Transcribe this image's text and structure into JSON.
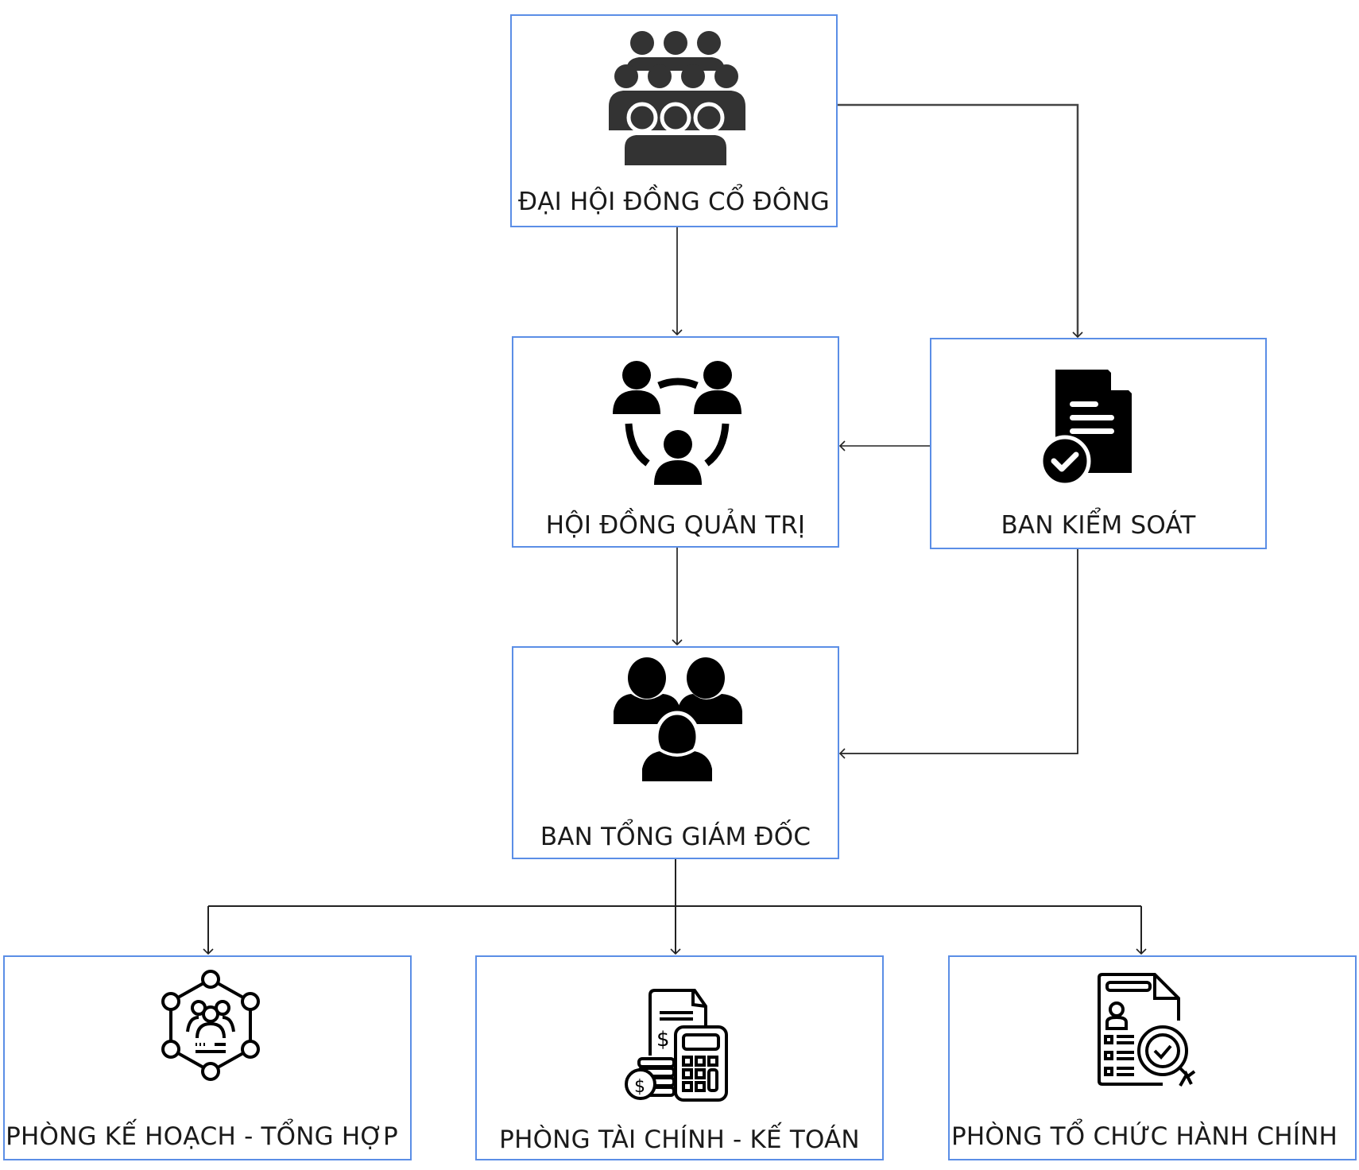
{
  "diagram": {
    "type": "org-chart",
    "nodes": [
      {
        "id": "dhdcd",
        "label": "ĐẠI HỘI ĐỒNG CỔ ĐÔNG",
        "icon": "audience-group-icon"
      },
      {
        "id": "hdqt",
        "label": "HỘI ĐỒNG QUẢN TRỊ",
        "icon": "team-network-icon"
      },
      {
        "id": "bks",
        "label": "BAN KIỂM SOÁT",
        "icon": "approved-document-icon"
      },
      {
        "id": "btgd",
        "label": "BAN TỔNG GIÁM ĐỐC",
        "icon": "executive-group-icon"
      },
      {
        "id": "pkhth",
        "label": "PHÒNG KẾ HOẠCH - TỔNG HỢP",
        "icon": "hexagon-network-people-icon"
      },
      {
        "id": "ptckt",
        "label": "PHÒNG TÀI CHÍNH - KẾ TOÁN",
        "icon": "invoice-calculator-coins-icon"
      },
      {
        "id": "ptchc",
        "label": "PHÒNG TỔ CHỨC HÀNH CHÍNH",
        "icon": "resume-verified-search-icon"
      }
    ],
    "edges": [
      {
        "from": "dhdcd",
        "to": "hdqt"
      },
      {
        "from": "dhdcd",
        "to": "bks"
      },
      {
        "from": "bks",
        "to": "hdqt"
      },
      {
        "from": "hdqt",
        "to": "btgd"
      },
      {
        "from": "bks",
        "to": "btgd"
      },
      {
        "from": "btgd",
        "to": "pkhth"
      },
      {
        "from": "btgd",
        "to": "ptckt"
      },
      {
        "from": "btgd",
        "to": "ptchc"
      }
    ],
    "colors": {
      "box_border": "#5b8ee6",
      "connector": "#333333",
      "icon_fill": "#000000"
    }
  }
}
